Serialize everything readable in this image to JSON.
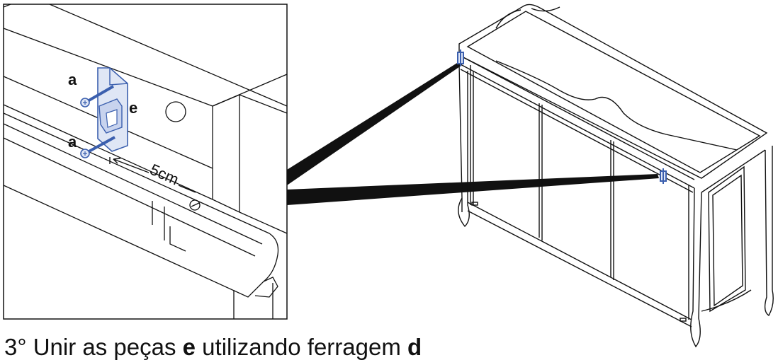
{
  "detail": {
    "label_screw_top": "a",
    "label_screw_bottom": "a",
    "label_bracket": "e",
    "dimension": "5cm"
  },
  "caption": {
    "prefix": "3° Unir as peças ",
    "part": "e",
    "middle": " utilizando ferragem ",
    "hardware": "d"
  },
  "colors": {
    "line": "#111111",
    "hardware": "#3b5fae",
    "hardware_fill": "#dfe6f5",
    "callout": "#111111"
  }
}
